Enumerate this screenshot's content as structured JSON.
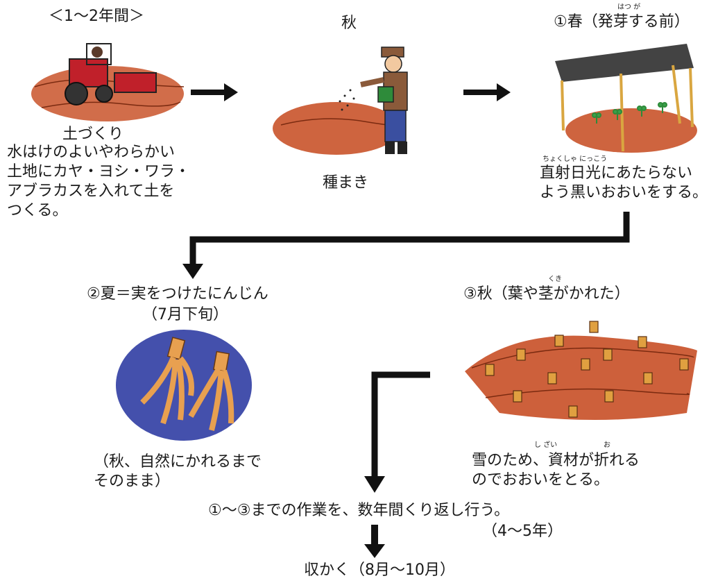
{
  "steps": {
    "soil": {
      "period": "＜1〜2年間＞",
      "title": "土づくり",
      "desc": [
        "水はけのよいやわらかい",
        "土地にカヤ・ヨシ・ワラ・",
        "アブラカスを入れて土を",
        "つくる。"
      ]
    },
    "sowing": {
      "season": "秋",
      "title": "種まき"
    },
    "spring": {
      "heading": "①春（発芽する前）",
      "ruby_hatsuga": "はつ が",
      "ruby_chokusha": "ちょくしゃ にっこう",
      "desc": [
        "直射日光にあたらない",
        "よう黒いおおいをする。"
      ]
    },
    "summer": {
      "heading": "②夏＝実をつけたにんじん",
      "sub": "（7月下旬）",
      "desc": [
        "（秋、自然にかれるまで",
        "そのまま）"
      ]
    },
    "autumn": {
      "heading": "③秋（葉や茎がかれた）",
      "ruby_kuki": "くき",
      "ruby_shizai": "し ざい",
      "ruby_o": "お",
      "desc": [
        "雪のため、資材が折れる",
        "のでおおいをとる。"
      ]
    }
  },
  "footer": {
    "repeat": "①〜③までの作業を、数年間くり返し行う。",
    "years": "（4〜5年）",
    "harvest": "収かく（8月〜10月）"
  },
  "colors": {
    "soil": "#c9532a",
    "soil_light": "#e07a4c",
    "arrow": "#111111",
    "night": "#3a47a8",
    "root": "#e8a050",
    "tractor": "#c0202a",
    "cover": "#333333",
    "stake": "#d9a640"
  }
}
